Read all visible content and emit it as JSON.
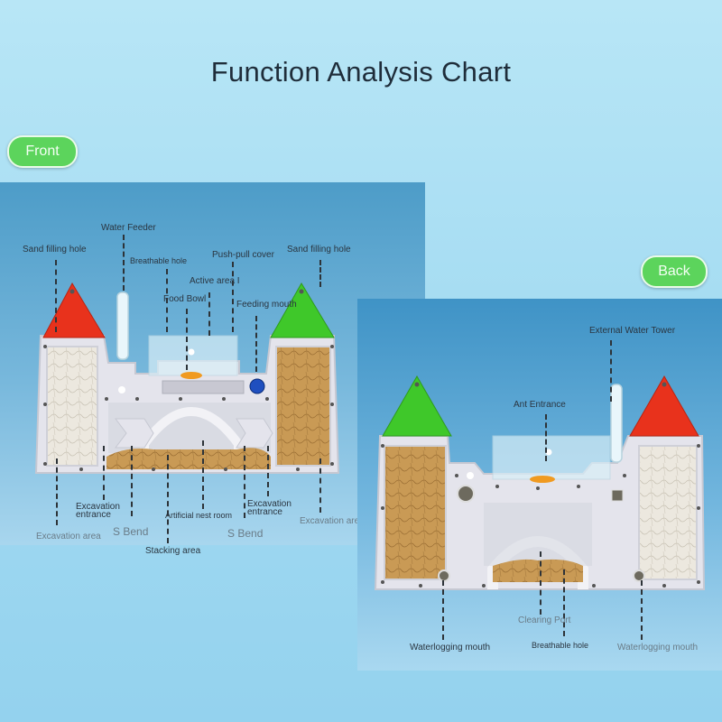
{
  "title": "Function Analysis Chart",
  "front_label": "Front",
  "back_label": "Back",
  "front_labels": {
    "water_feeder": "Water Feeder",
    "sand_filling_hole_left": "Sand filling hole",
    "breathable_hole": "Breathable hole",
    "push_pull_cover": "Push-pull cover",
    "sand_filling_hole_right": "Sand filling hole",
    "active_area": "Active area I",
    "food_bowl": "Food Bowl",
    "feeding_mouth": "Feeding mouth",
    "excavation_entrance_left_1": "Excavation",
    "excavation_entrance_left_2": "entrance",
    "excavation_entrance_right_1": "Excavation",
    "excavation_entrance_right_2": "entrance",
    "artificial_nest_room": "Artificial nest room",
    "excavation_area_right": "Excavation area",
    "excavation_area_left": "Excavation area",
    "s_bend_left": "S Bend",
    "s_bend_right": "S Bend",
    "stacking_area": "Stacking area"
  },
  "back_labels": {
    "external_water_tower": "External Water Tower",
    "ant_entrance": "Ant Entrance",
    "clearing_port": "Clearing Port",
    "waterlogging_mouth_left": "Waterlogging mouth",
    "breathable_hole": "Breathable hole",
    "waterlogging_mouth_right": "Waterlogging mouth"
  },
  "colors": {
    "background": "#a5dcf2",
    "pill_green": "#5cd45c",
    "roof_red": "#e8321c",
    "roof_green": "#3fc82a",
    "sand": "#c99a55",
    "white_sand": "#ece8df",
    "frame": "#e4e4ec"
  }
}
